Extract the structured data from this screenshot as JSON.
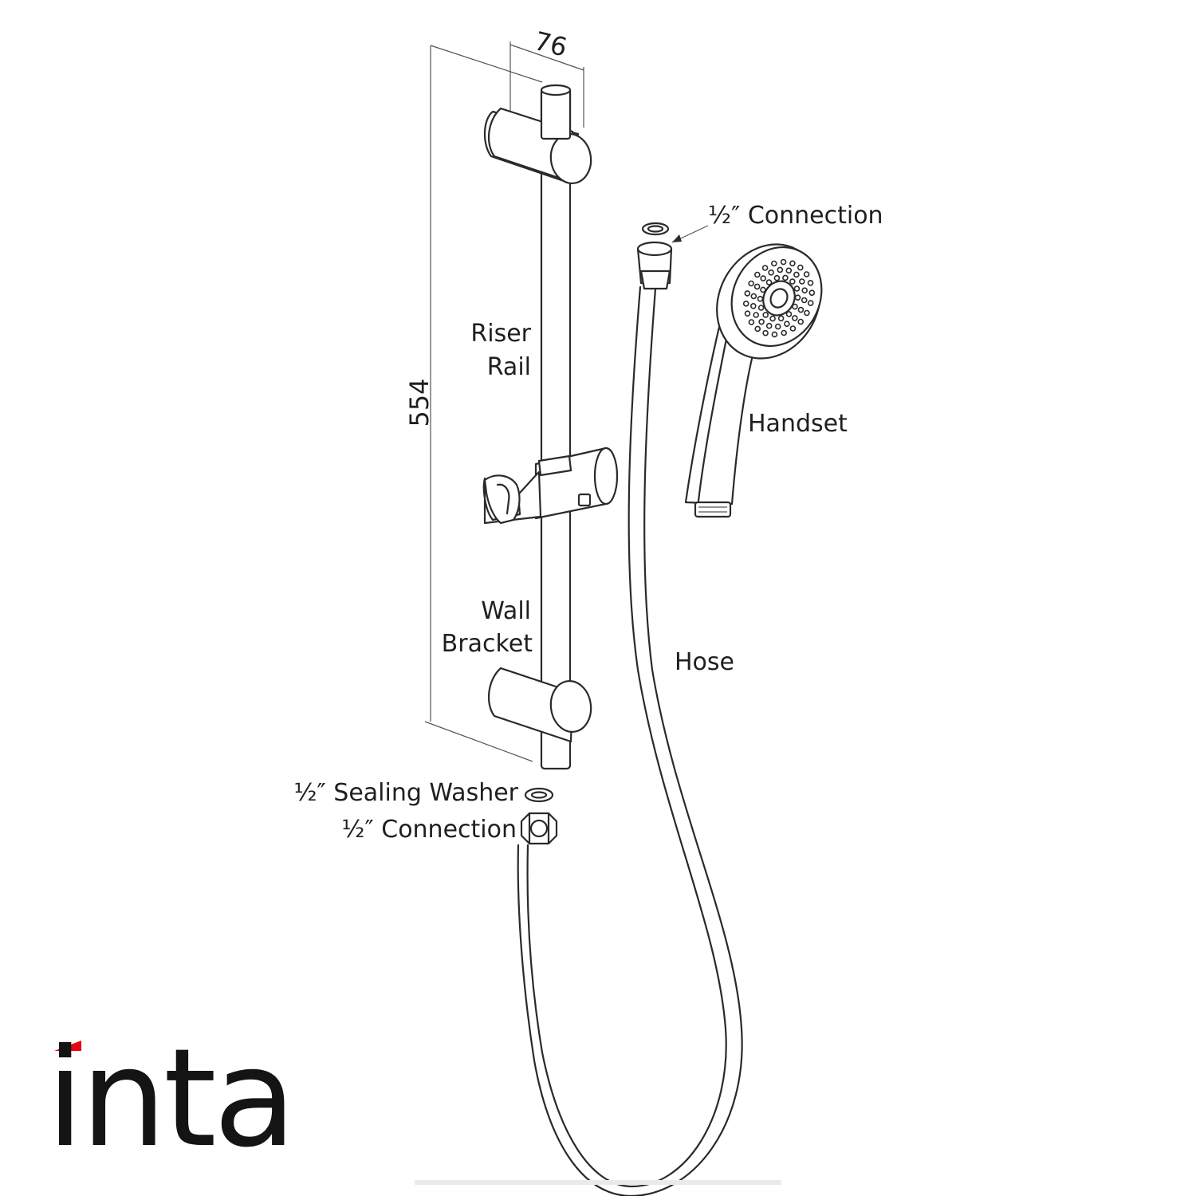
{
  "labels": {
    "width_dim": "76",
    "height_dim": "554",
    "riser_rail_line1": "Riser",
    "riser_rail_line2": "Rail",
    "wall_bracket_line1": "Wall",
    "wall_bracket_line2": "Bracket",
    "top_connection": "½″ Connection",
    "handset": "Handset",
    "hose": "Hose",
    "sealing_washer": "½″ Sealing Washer",
    "bottom_connection": "½″ Connection"
  },
  "logo": {
    "text": "inta",
    "accent_color": "#e30613"
  }
}
